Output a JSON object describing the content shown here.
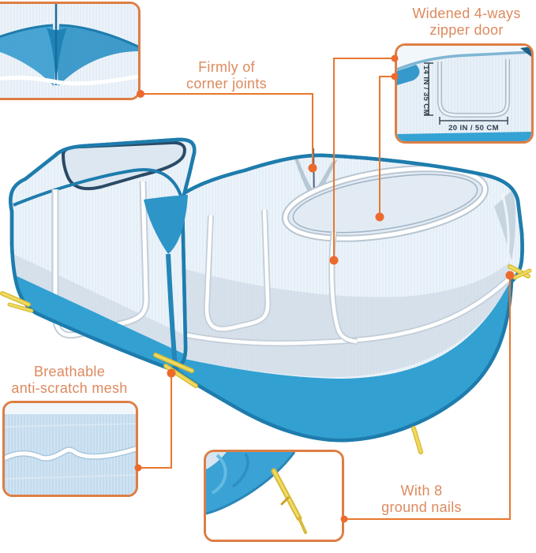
{
  "infographic": {
    "callouts": [
      {
        "id": "zipper-door",
        "label": "Widened 4-ways\nzipper door"
      },
      {
        "id": "corner-joints",
        "label": "Firmly of\ncorner joints"
      },
      {
        "id": "mesh",
        "label": "Breathable\nanti-scratch mesh"
      },
      {
        "id": "ground-nails",
        "label": "With 8\nground nails"
      }
    ],
    "zipper_door_inset": {
      "height_dimension": "14 IN / 35 CM",
      "width_dimension": "20 IN / 50 CM"
    },
    "colors": {
      "callout_text": "#dd8a5e",
      "connector_line": "#e8772e",
      "connector_dot": "#ed6a2e",
      "inset_border": "#dd7e44",
      "tent_trim_blue": "#1e7cad",
      "tent_band_blue": "#33a0d2",
      "mesh_light_blue": "#ecf3fa",
      "floor_grey": "#c9d5e2",
      "nail_yellow": "#e7cf4a"
    }
  }
}
